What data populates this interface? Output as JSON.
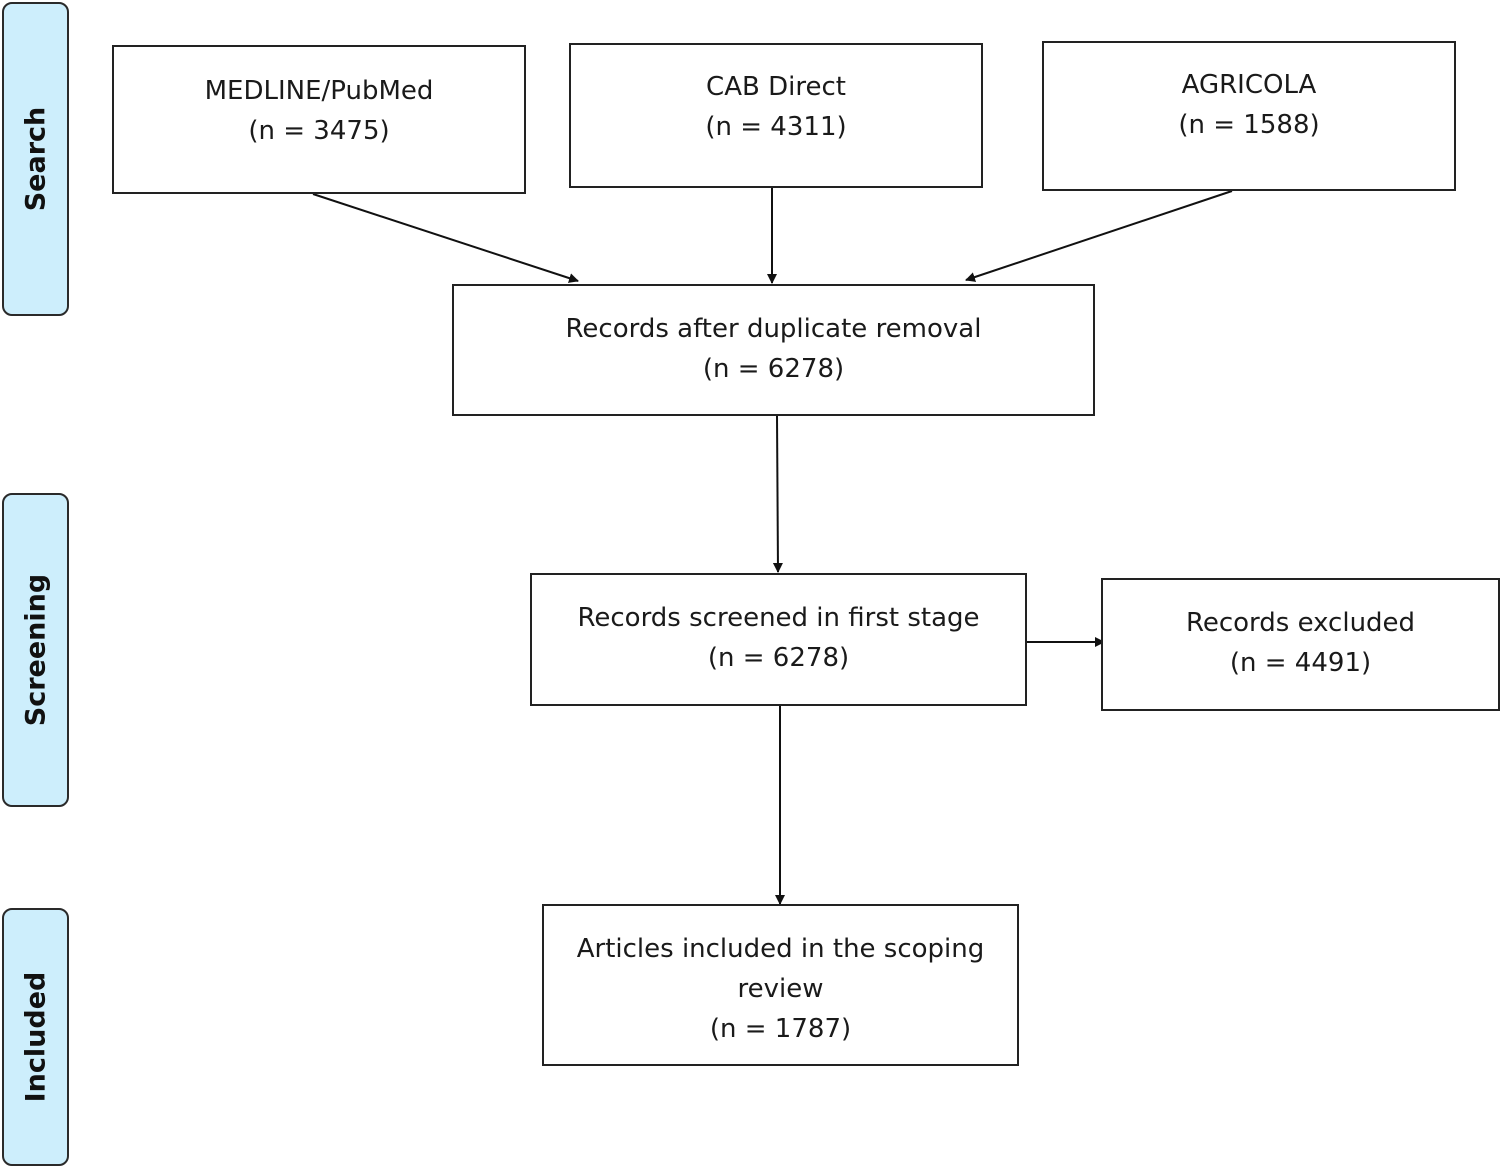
{
  "phases": {
    "search": "Search",
    "screening": "Screening",
    "included": "Included"
  },
  "boxes": {
    "medline": {
      "title": "MEDLINE/PubMed",
      "count": "(n = 3475)"
    },
    "cab": {
      "title": "CAB Direct",
      "count": "(n = 4311)"
    },
    "agricola": {
      "title": "AGRICOLA",
      "count": "(n = 1588)"
    },
    "dedup": {
      "title": "Records after duplicate removal",
      "count": "(n = 6278)"
    },
    "screened": {
      "title": "Records screened in first stage",
      "count": "(n = 6278)"
    },
    "excluded": {
      "title": "Records excluded",
      "count": "(n = 4491)"
    },
    "included": {
      "line1": "Articles included in the scoping",
      "line2": "review",
      "count": "(n = 1787)"
    }
  },
  "colors": {
    "phase_fill": "#cdeefc",
    "stroke": "#222222"
  }
}
